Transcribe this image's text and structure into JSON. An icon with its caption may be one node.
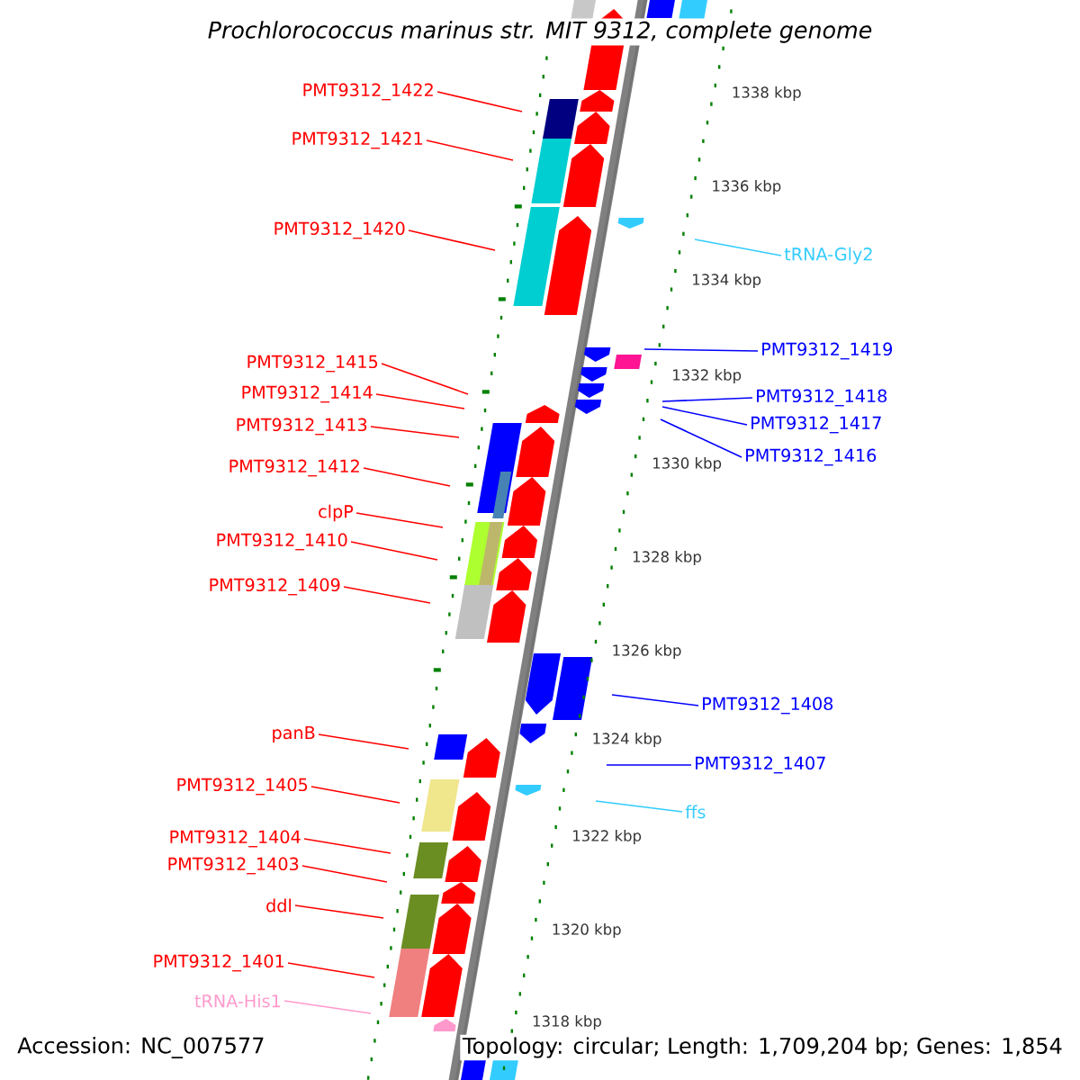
{
  "diagram": {
    "title": "Prochlorococcus marinus str. MIT 9312, complete genome",
    "nodes": [
      {
        "text": [
          "PMT9312_1422"
        ]
      },
      {
        "text": [
          "PMT9312_1421"
        ]
      },
      {
        "text": [
          "PMT9312_1420"
        ]
      },
      {
        "text": [
          "PMT9312_1415"
        ]
      },
      {
        "text": [
          "PMT9312_1414"
        ]
      },
      {
        "text": [
          "PMT9312_1413"
        ]
      },
      {
        "text": [
          "PMT9312_1412"
        ]
      },
      {
        "text": [
          "clpP"
        ]
      },
      {
        "text": [
          "PMT9312_1410"
        ]
      },
      {
        "text": [
          "PMT9312_1409"
        ]
      },
      {
        "text": [
          "panB"
        ]
      },
      {
        "text": [
          "PMT9312_1405"
        ]
      },
      {
        "text": [
          "PMT9312_1404"
        ]
      },
      {
        "text": [
          "PMT9312_1403"
        ]
      },
      {
        "text": [
          "ddl"
        ]
      },
      {
        "text": [
          "PMT9312_1401"
        ]
      },
      {
        "text": [
          "tRNA-His1"
        ]
      },
      {
        "text": [
          "tRNA-Gly2"
        ]
      },
      {
        "text": [
          "PMT9312_1419"
        ]
      },
      {
        "text": [
          "PMT9312_1418"
        ]
      },
      {
        "text": [
          "PMT9312_1417"
        ]
      },
      {
        "text": [
          "PMT9312_1416"
        ]
      },
      {
        "text": [
          "PMT9312_1408"
        ]
      },
      {
        "text": [
          "PMT9312_1407"
        ]
      },
      {
        "text": [
          "ffs"
        ]
      }
    ],
    "edges": [
      {
        "from": 0,
        "to": null,
        "arrow": "none"
      },
      {
        "from": 1,
        "to": null,
        "arrow": "none"
      },
      {
        "from": 2,
        "to": null,
        "arrow": "none"
      },
      {
        "from": 3,
        "to": null,
        "arrow": "none"
      },
      {
        "from": 4,
        "to": null,
        "arrow": "none"
      },
      {
        "from": 5,
        "to": null,
        "arrow": "none"
      },
      {
        "from": 6,
        "to": null,
        "arrow": "none"
      },
      {
        "from": 7,
        "to": null,
        "arrow": "none"
      },
      {
        "from": 8,
        "to": null,
        "arrow": "none"
      },
      {
        "from": 9,
        "to": null,
        "arrow": "none"
      },
      {
        "from": 10,
        "to": null,
        "arrow": "none"
      },
      {
        "from": 11,
        "to": null,
        "arrow": "none"
      },
      {
        "from": 12,
        "to": null,
        "arrow": "none"
      },
      {
        "from": 13,
        "to": null,
        "arrow": "none"
      },
      {
        "from": 14,
        "to": null,
        "arrow": "none"
      },
      {
        "from": 15,
        "to": null,
        "arrow": "none"
      },
      {
        "from": 16,
        "to": null,
        "arrow": "none",
        "color": "#ff99cc"
      },
      {
        "from": 17,
        "to": null,
        "arrow": "none",
        "color": "#33ccff"
      },
      {
        "from": 18,
        "to": null,
        "arrow": "none",
        "color": "#0000ff"
      },
      {
        "from": 19,
        "to": null,
        "arrow": "none",
        "color": "#0000ff"
      },
      {
        "from": 20,
        "to": null,
        "arrow": "none",
        "color": "#0000ff"
      },
      {
        "from": 21,
        "to": null,
        "arrow": "none",
        "color": "#0000ff"
      },
      {
        "from": 22,
        "to": null,
        "arrow": "none",
        "color": "#0000ff"
      },
      {
        "from": 23,
        "to": null,
        "arrow": "none",
        "color": "#0000ff"
      },
      {
        "from": 24,
        "to": null,
        "arrow": "none",
        "color": "#33ccff"
      }
    ],
    "labels": [
      "1338 kbp",
      "1336 kbp",
      "1334 kbp",
      "1332 kbp",
      "1330 kbp",
      "1328 kbp",
      "1326 kbp",
      "1324 kbp",
      "1322 kbp",
      "1320 kbp",
      "1318 kbp",
      "Accession: NC_007577",
      "Topology: circular; Length: 1,709,204 bp; Genes: 1,854"
    ]
  }
}
